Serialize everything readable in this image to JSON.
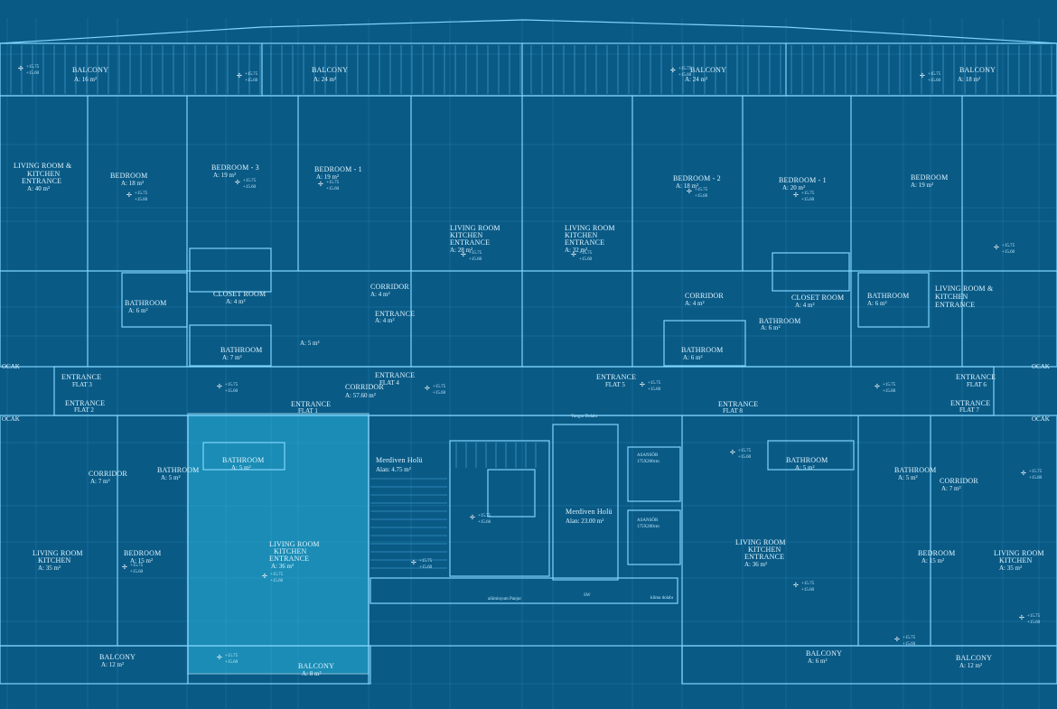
{
  "labels": {
    "balcony_a16": "BALCONY",
    "balcony_a16_area": "A: 16 m²",
    "balcony_a24": "BALCONY",
    "balcony_a24_area": "A: 24 m²",
    "balcony_a24b": "BALCONY",
    "balcony_a24b_area": "A: 24 m²",
    "balcony_a18": "BALCONY",
    "balcony_a18_area": "A: 18 m²",
    "living_kitchen_1": "LIVING ROOM &",
    "living_kitchen_1b": "KITCHEN",
    "living_kitchen_1c": "ENTRANCE",
    "living_kitchen_1_area": "A: 40 m²",
    "bedroom_a": "BEDROOM",
    "bedroom_a_area": "A: 18 m²",
    "bedroom_3": "BEDROOM - 3",
    "bedroom_3_area": "A: 19 m²",
    "bedroom_1": "BEDROOM - 1",
    "bedroom_1_area": "A: 19 m²",
    "living_f4": "LIVING ROOM",
    "living_f4b": "KITCHEN",
    "living_f4c": "ENTRANCE",
    "living_f4_area": "A: 28 m²",
    "living_f5": "LIVING ROOM",
    "living_f5b": "KITCHEN",
    "living_f5c": "ENTRANCE",
    "living_f5_area": "A: 32 m²",
    "bedroom_2r": "BEDROOM - 2",
    "bedroom_2r_area": "A: 18 m²",
    "bedroom_1r": "BEDROOM - 1",
    "bedroom_1r_area": "A: 20 m²",
    "bedroom_r": "BEDROOM",
    "bedroom_r_area": "A: 19 m²",
    "bathroom_1": "BATHROOM",
    "bathroom_1_area": "A: 6 m²",
    "closet_1": "CLOSET ROOM",
    "closet_1_area": "A: 4 m²",
    "corridor_1": "CORRIDOR",
    "corridor_1_area": "A: 4 m²",
    "entrance_small": "ENTRANCE",
    "entrance_small_area": "A: 4 m²",
    "bathroom_2": "BATHROOM",
    "bathroom_2_area": "A: 7 m²",
    "bathroom_3_area": "A: 5 m²",
    "corridor_r": "CORRIDOR",
    "corridor_r_area": "A: 4 m²",
    "closet_r": "CLOSET ROOM",
    "closet_r_area": "A: 4 m²",
    "bathroom_r": "BATHROOM",
    "bathroom_r_area": "A: 6 m²",
    "bathroom_r2": "BATHROOM",
    "bathroom_r2_area": "A: 6 m²",
    "bathroom_r3": "BATHROOM",
    "bathroom_r3_area": "A: 6 m²",
    "living_r": "LIVING ROOM &",
    "living_rb": "KITCHEN",
    "living_rc": "ENTRANCE",
    "entrance_flat3": "ENTRANCE",
    "flat3": "FLAT 3",
    "entrance_flat4": "ENTRANCE",
    "flat4": "FLAT 4",
    "entrance_flat5": "ENTRANCE",
    "flat5": "FLAT 5",
    "entrance_flat6": "ENTRANCE",
    "flat6": "FLAT 6",
    "entrance_flat2": "ENTRANCE",
    "flat2": "FLAT 2",
    "entrance_flat1": "ENTRANCE",
    "flat1": "FLAT 1",
    "entrance_flat8": "ENTRANCE",
    "flat8": "FLAT 8",
    "entrance_flat7": "ENTRANCE",
    "flat7": "FLAT 7",
    "corridor_main": "CORRIDOR",
    "corridor_main_area": "A: 57.60 m²",
    "ocak_left_1": "OCAK",
    "ocak_left_2": "OCAK",
    "ocak_right_1": "OCAK",
    "ocak_right_2": "OCAK",
    "merdiven_1": "Merdiven Holü",
    "merdiven_1_area": "Alan: 4.75 m²",
    "merdiven_2": "Merdiven Holü",
    "merdiven_2_area": "Alan: 23.00 m²",
    "yangin": "Yangın Dolabı",
    "bathroom_f1": "BATHROOM",
    "bathroom_f1_area": "A: 5 m²",
    "bathroom_f1b": "BATHROOM",
    "bathroom_f1b_area": "A: 5 m²",
    "corridor_f2": "CORRIDOR",
    "corridor_f2_area": "A: 7 m²",
    "living_f1": "LIVING ROOM",
    "living_f1b": "KITCHEN",
    "living_f1c": "ENTRANCE",
    "living_f1_area": "A: 36 m²",
    "living_f2": "LIVING ROOM",
    "living_f2b": "KITCHEN",
    "living_f2_area": "A: 35 m²",
    "bedroom_f2": "BEDROOM",
    "bedroom_f2_area": "A: 15 m²",
    "balcony_f2": "BALCONY",
    "balcony_f2_area": "A: 12 m²",
    "balcony_f1": "BALCONY",
    "balcony_f1_area": "A: 8 m²",
    "asansor_1": "ASANSÖR",
    "asansor_1_dim": "175X200cm",
    "asansor_2": "ASANSÖR",
    "asansor_2_dim": "175X200cm",
    "living_f8": "LIVING ROOM",
    "living_f8b": "KITCHEN",
    "living_f8c": "ENTRANCE",
    "living_f8_area": "A: 36 m²",
    "bathroom_f8": "BATHROOM",
    "bathroom_f8_area": "A: 5 m²",
    "bathroom_f7": "BATHROOM",
    "bathroom_f7_area": "A: 5 m²",
    "corridor_f7": "CORRIDOR",
    "corridor_f7_area": "A: 7 m²",
    "bedroom_f8": "BEDROOM",
    "bedroom_f8_area": "A: 15 m²",
    "living_f7": "LIVING ROOM",
    "living_f7b": "KITCHEN",
    "living_f7_area": "A: 35 m²",
    "balcony_f8": "BALCONY",
    "balcony_f8_area": "A: 6 m²",
    "balcony_f7": "BALCONY",
    "balcony_f7_area": "A: 12 m²",
    "klima": "klima dolabı",
    "panjur": "alüminyum Panjur",
    "sw": "SW"
  },
  "levels": {
    "upper": "+15.75",
    "lower": "+15.60"
  },
  "colors": {
    "background": "#0a5a86",
    "lines": "#7fd6ff",
    "highlight": "#2ab6dc",
    "text": "#dff6ff"
  }
}
